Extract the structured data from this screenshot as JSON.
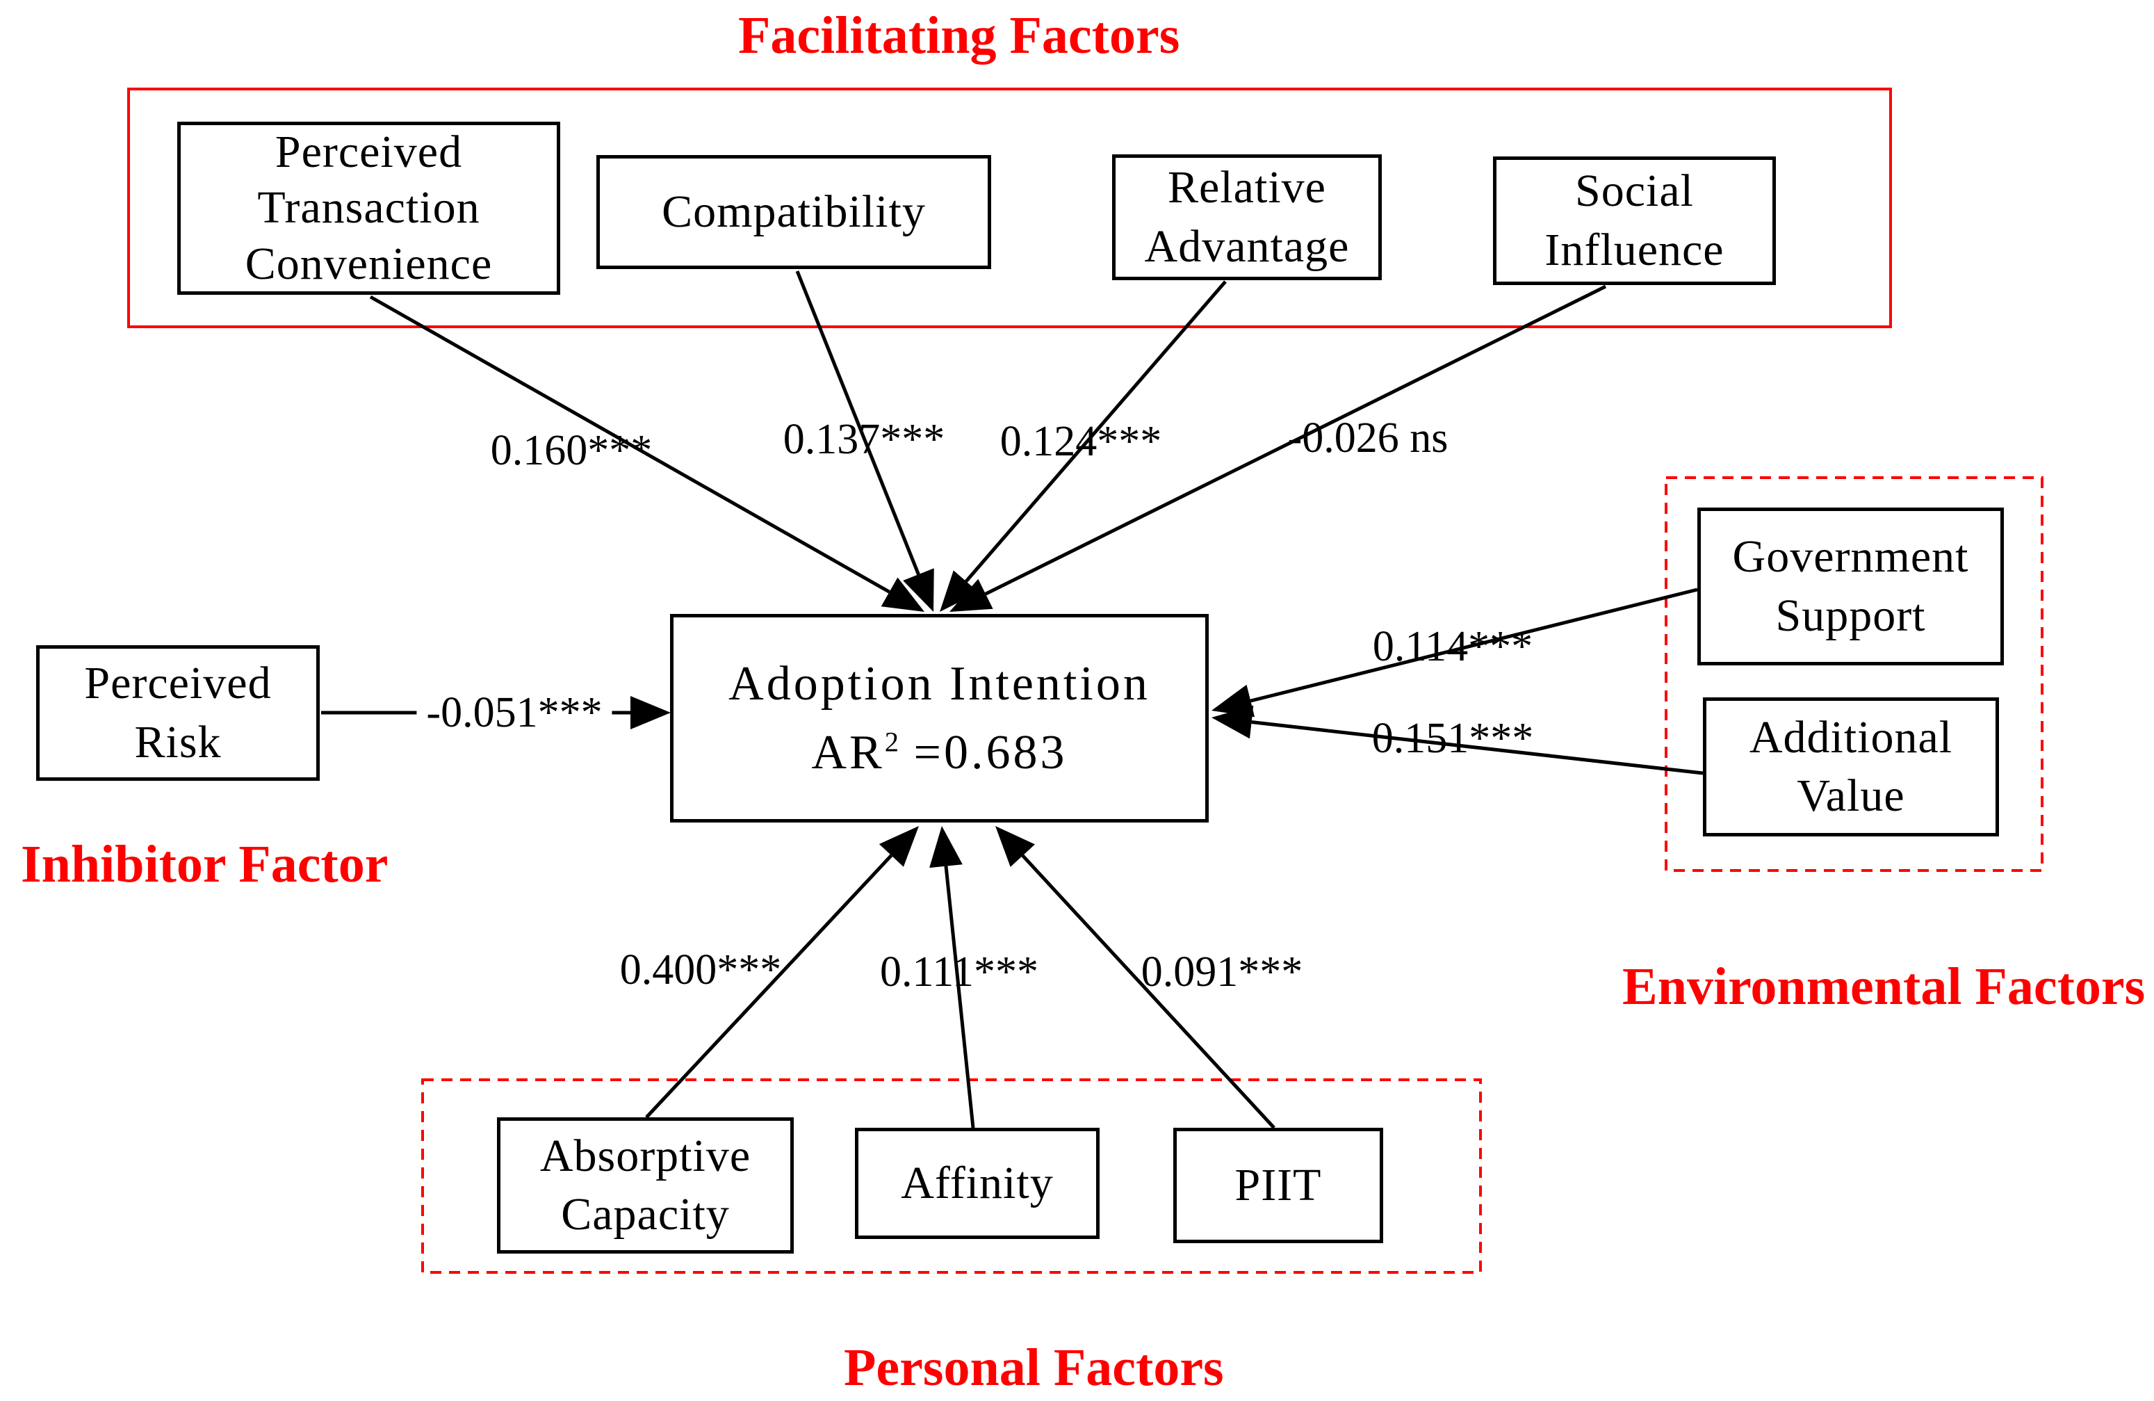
{
  "titles": {
    "facilitating": "Facilitating Factors",
    "inhibitor": "Inhibitor Factor",
    "environmental": "Environmental Factors",
    "personal": "Personal Factors"
  },
  "nodes": {
    "perceived_transaction_convenience": "Perceived\nTransaction\nConvenience",
    "compatibility": "Compatibility",
    "relative_advantage": "Relative\nAdvantage",
    "social_influence": "Social\nInfluence",
    "perceived_risk": "Perceived\nRisk",
    "government_support": "Government\nSupport",
    "additional_value": "Additional\nValue",
    "absorptive_capacity": "Absorptive\nCapacity",
    "affinity": "Affinity",
    "piit": "PIIT",
    "adoption": {
      "line1": "Adoption Intention",
      "ar_base": "AR",
      "ar_sup": "2",
      "ar_rest": " =0.683"
    }
  },
  "coefficients": {
    "perceived_transaction_convenience": "0.160***",
    "compatibility": "0.137***",
    "relative_advantage": "0.124***",
    "social_influence": "-0.026 ns",
    "perceived_risk": "-0.051***",
    "government_support": "0.114***",
    "additional_value": "0.151***",
    "absorptive_capacity": "0.400***",
    "affinity": "0.111***",
    "piit": "0.091***"
  },
  "colors": {
    "accent_red": "#fe0000",
    "line_black": "#000000"
  }
}
